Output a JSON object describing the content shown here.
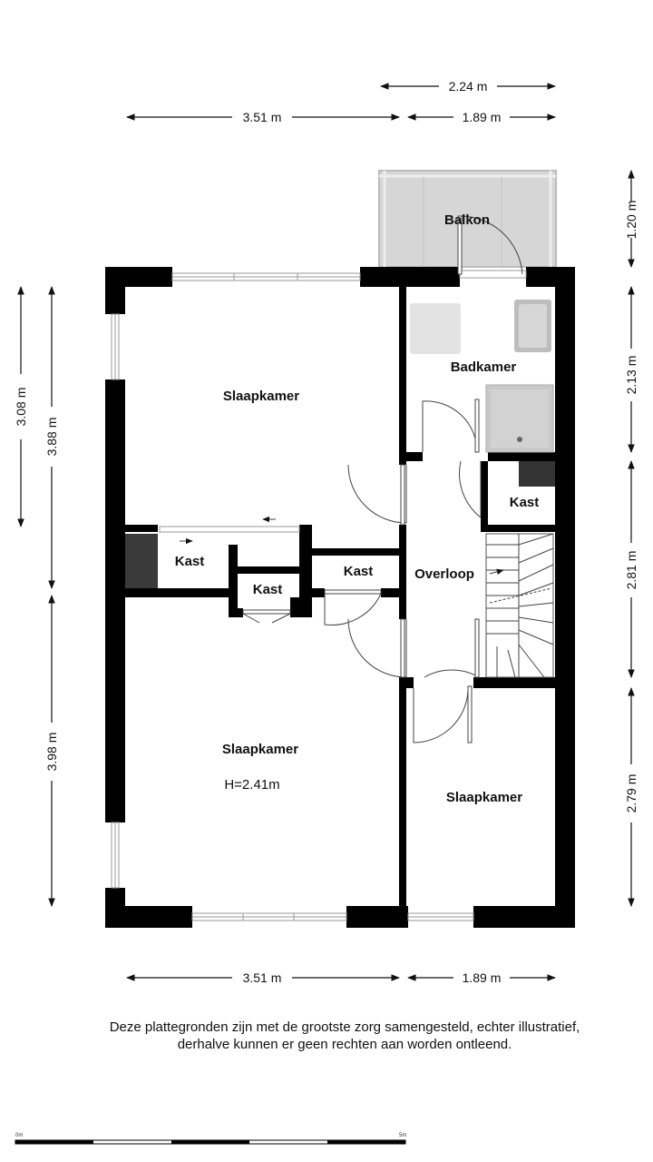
{
  "rooms": {
    "balkon": "Balkon",
    "badkamer": "Badkamer",
    "slaapkamer_top": "Slaapkamer",
    "kast_right": "Kast",
    "kast_left": "Kast",
    "kast_small": "Kast",
    "kast_middle": "Kast",
    "overloop": "Overloop",
    "slaapkamer_bottom": "Slaapkamer",
    "ceiling_height": "H=2.41m",
    "slaapkamer_right": "Slaapkamer"
  },
  "dimensions": {
    "top_upper": "2.24 m",
    "top_left": "3.51 m",
    "top_right": "1.89 m",
    "bottom_left": "3.51 m",
    "bottom_right": "1.89 m",
    "left_outer": "3.08 m",
    "left_inner_top": "3.88 m",
    "left_inner_bottom": "3.98 m",
    "right_1": "1.20 m",
    "right_2": "2.13 m",
    "right_3": "2.81 m",
    "right_4": "2.79 m"
  },
  "disclaimer": {
    "line1": "Deze plattegronden zijn met de grootste zorg samengesteld, echter illustratief,",
    "line2": "derhalve kunnen er geen rechten aan worden ontleend."
  },
  "scale": {
    "start": "0m",
    "end": "5m"
  }
}
